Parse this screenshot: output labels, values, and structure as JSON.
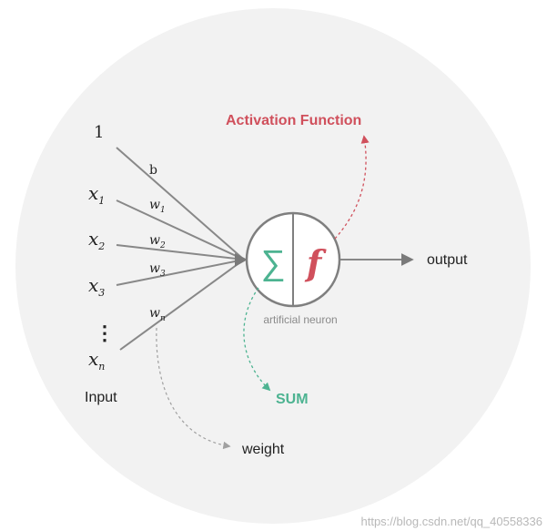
{
  "colors": {
    "background_disc": "#f2f2f2",
    "line": "#888888",
    "neuron_border": "#7f7f7f",
    "sum_green": "#4db391",
    "activation_red": "#d0505c",
    "weight_gray": "#9a9a9a",
    "text_dark": "#222222",
    "label_gray": "#8a8a8a",
    "watermark": "#b8b8b8"
  },
  "inputs": {
    "bias_input": "1",
    "x": "x",
    "sub_1": "1",
    "sub_2": "2",
    "sub_3": "3",
    "sub_n": "n",
    "ellipsis": "⋮",
    "label": "Input"
  },
  "weights": {
    "bias": "b",
    "w": "w",
    "sub_1": "1",
    "sub_2": "2",
    "sub_3": "3",
    "sub_n": "n"
  },
  "neuron": {
    "sum_symbol": "∑",
    "activation_symbol": "f",
    "label": "artificial neuron"
  },
  "labels": {
    "activation_function": "Activation Function",
    "sum": "SUM",
    "weight": "weight",
    "output": "output"
  },
  "watermark": "https://blog.csdn.net/qq_40558336"
}
